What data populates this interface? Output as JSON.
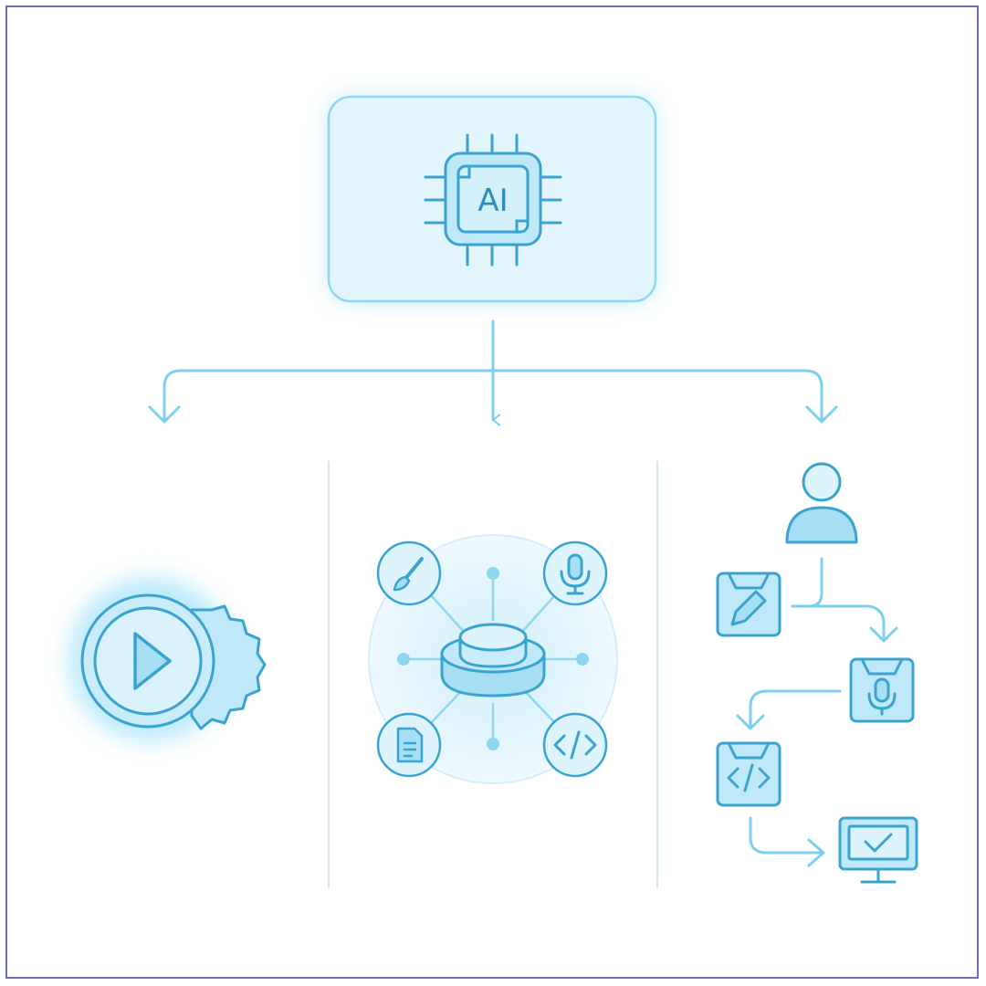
{
  "diagram": {
    "chip_label": "AI",
    "branches": [
      "automation",
      "integration-hub",
      "workflow"
    ]
  },
  "colors": {
    "line": "#7cd0ee",
    "stroke": "#3aa3cf",
    "fill": "#cfeefb",
    "fill_light": "#e6f6fd",
    "glow": "#8fdcf7",
    "divider": "#d6e6ee",
    "frame": "#6b6fb2"
  },
  "icons": [
    "ai-chip-icon",
    "play-icon",
    "gear-icon",
    "database-hub-icon",
    "paintbrush-icon",
    "microphone-icon",
    "document-icon",
    "code-icon",
    "user-icon",
    "pencil-box-icon",
    "microphone-box-icon",
    "code-box-icon",
    "monitor-check-icon"
  ]
}
